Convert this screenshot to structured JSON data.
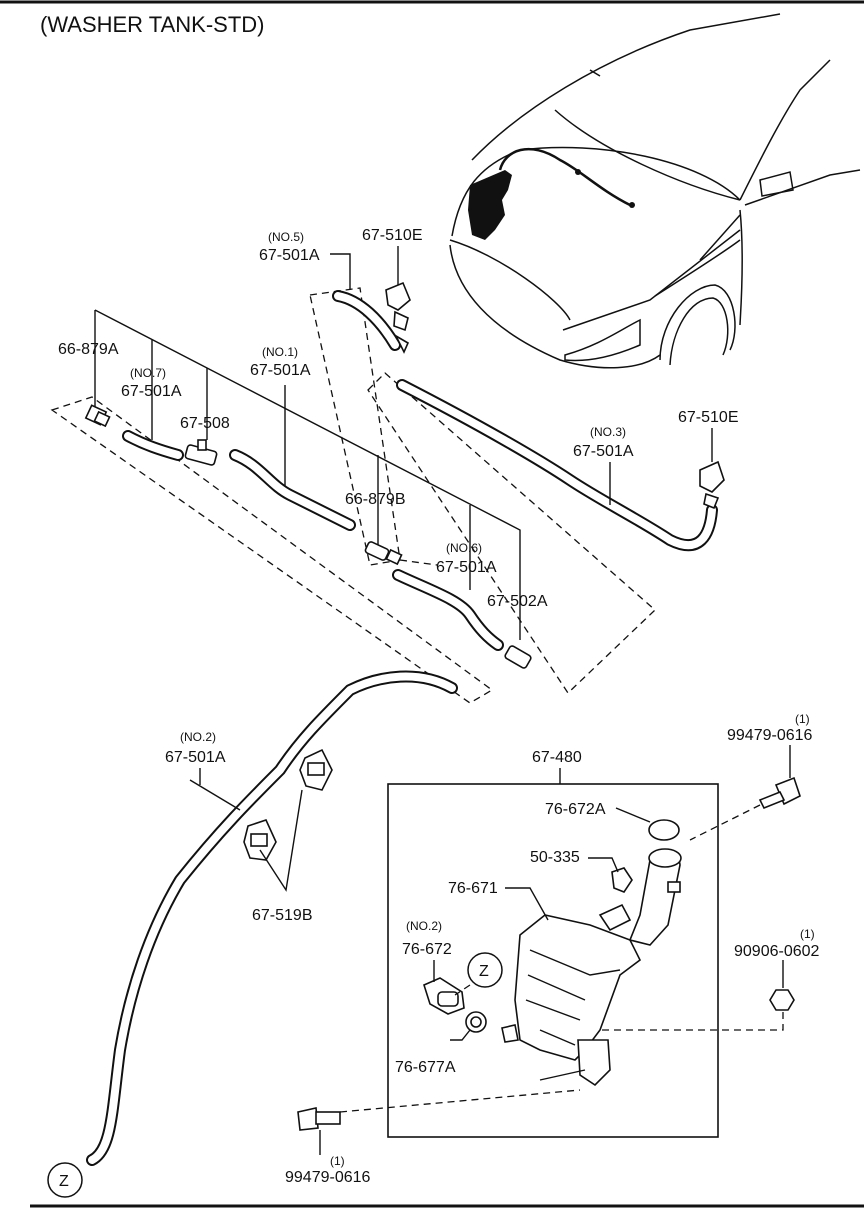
{
  "title": "(WASHER TANK-STD)",
  "labels": {
    "no5": "(NO.5)",
    "p67_501A_no5": "67-501A",
    "p67_510E_top": "67-510E",
    "p66_879A": "66-879A",
    "no7": "(NO.7)",
    "p67_501A_no7": "67-501A",
    "p67_508": "67-508",
    "no1": "(NO.1)",
    "p67_501A_no1": "67-501A",
    "no3": "(NO.3)",
    "p67_501A_no3": "67-501A",
    "p67_510E_right": "67-510E",
    "p66_879B": "66-879B",
    "no6": "(NO.6)",
    "p67_501A_no6": "67-501A",
    "p67_502A": "67-502A",
    "no2_hose": "(NO.2)",
    "p67_501A_no2": "67-501A",
    "p67_519B": "67-519B",
    "p67_480": "67-480",
    "qty_top": "(1)",
    "p99479_0616_top": "99479-0616",
    "p76_672A": "76-672A",
    "p50_335": "50-335",
    "p76_671": "76-671",
    "no2_pump": "(NO.2)",
    "p76_672": "76-672",
    "qty_mid": "(1)",
    "p90906_0602": "90906-0602",
    "p76_677A": "76-677A",
    "qty_bottom": "(1)",
    "p99479_0616_bottom": "99479-0616",
    "z_marker": "Z"
  }
}
